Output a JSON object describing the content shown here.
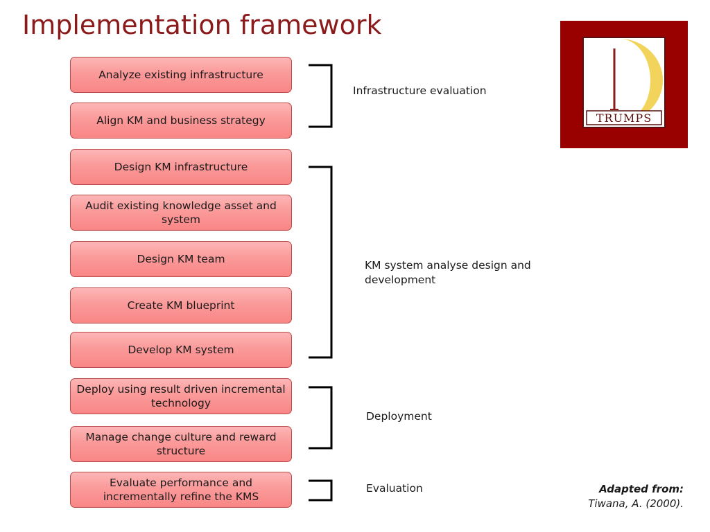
{
  "title": "Implementation framework",
  "logo": {
    "text": "TRUMPS",
    "colors": {
      "frame": "#990000",
      "crescent": "#f2d45c",
      "spire": "#8b1a1a"
    }
  },
  "steps": [
    "Analyze existing infrastructure",
    "Align KM and business strategy",
    "Design KM infrastructure",
    "Audit existing knowledge asset and system",
    "Design KM team",
    "Create KM blueprint",
    "Develop KM system",
    "Deploy using result driven incremental technology",
    "Manage change culture and reward structure",
    "Evaluate performance and incrementally refine the KMS"
  ],
  "phases": [
    "Infrastructure evaluation",
    "KM system analyse design and development",
    "Deployment",
    "Evaluation"
  ],
  "credit": {
    "heading": "Adapted from:",
    "source": "Tiwana, A. (2000)."
  }
}
